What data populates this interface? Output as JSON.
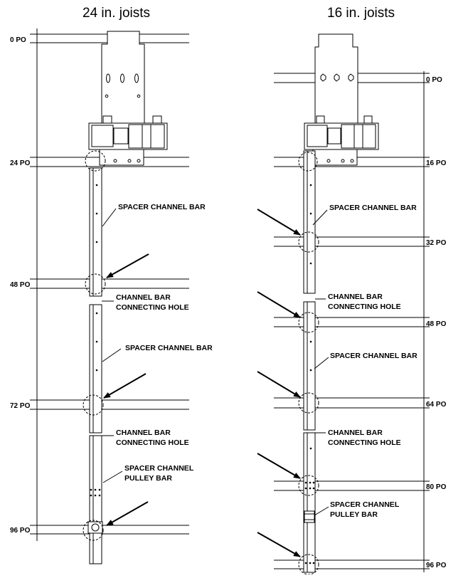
{
  "titles": {
    "left": "24 in. joists",
    "right": "16 in. joists"
  },
  "left_diagram": {
    "po_labels": [
      "0 PO",
      "24 PO",
      "48 PO",
      "72 PO",
      "96 PO"
    ],
    "callouts": {
      "spacer_channel_bar_1": "SPACER CHANNEL BAR",
      "connecting_hole_1_line1": "CHANNEL BAR",
      "connecting_hole_1_line2": "CONNECTING HOLE",
      "spacer_channel_bar_2": "SPACER CHANNEL BAR",
      "connecting_hole_2_line1": "CHANNEL BAR",
      "connecting_hole_2_line2": "CONNECTING HOLE",
      "pulley_bar_line1": "SPACER CHANNEL",
      "pulley_bar_line2": "PULLEY BAR"
    }
  },
  "right_diagram": {
    "po_labels": [
      "0 PO",
      "16 PO",
      "32 PO",
      "48 PO",
      "64 PO",
      "80 PO",
      "96 PO"
    ],
    "callouts": {
      "spacer_channel_bar_1": "SPACER CHANNEL BAR",
      "connecting_hole_1_line1": "CHANNEL BAR",
      "connecting_hole_1_line2": "CONNECTING HOLE",
      "spacer_channel_bar_2": "SPACER CHANNEL BAR",
      "connecting_hole_2_line1": "CHANNEL BAR",
      "connecting_hole_2_line2": "CONNECTING HOLE",
      "pulley_bar_line1": "SPACER CHANNEL",
      "pulley_bar_line2": "PULLEY BAR"
    }
  }
}
